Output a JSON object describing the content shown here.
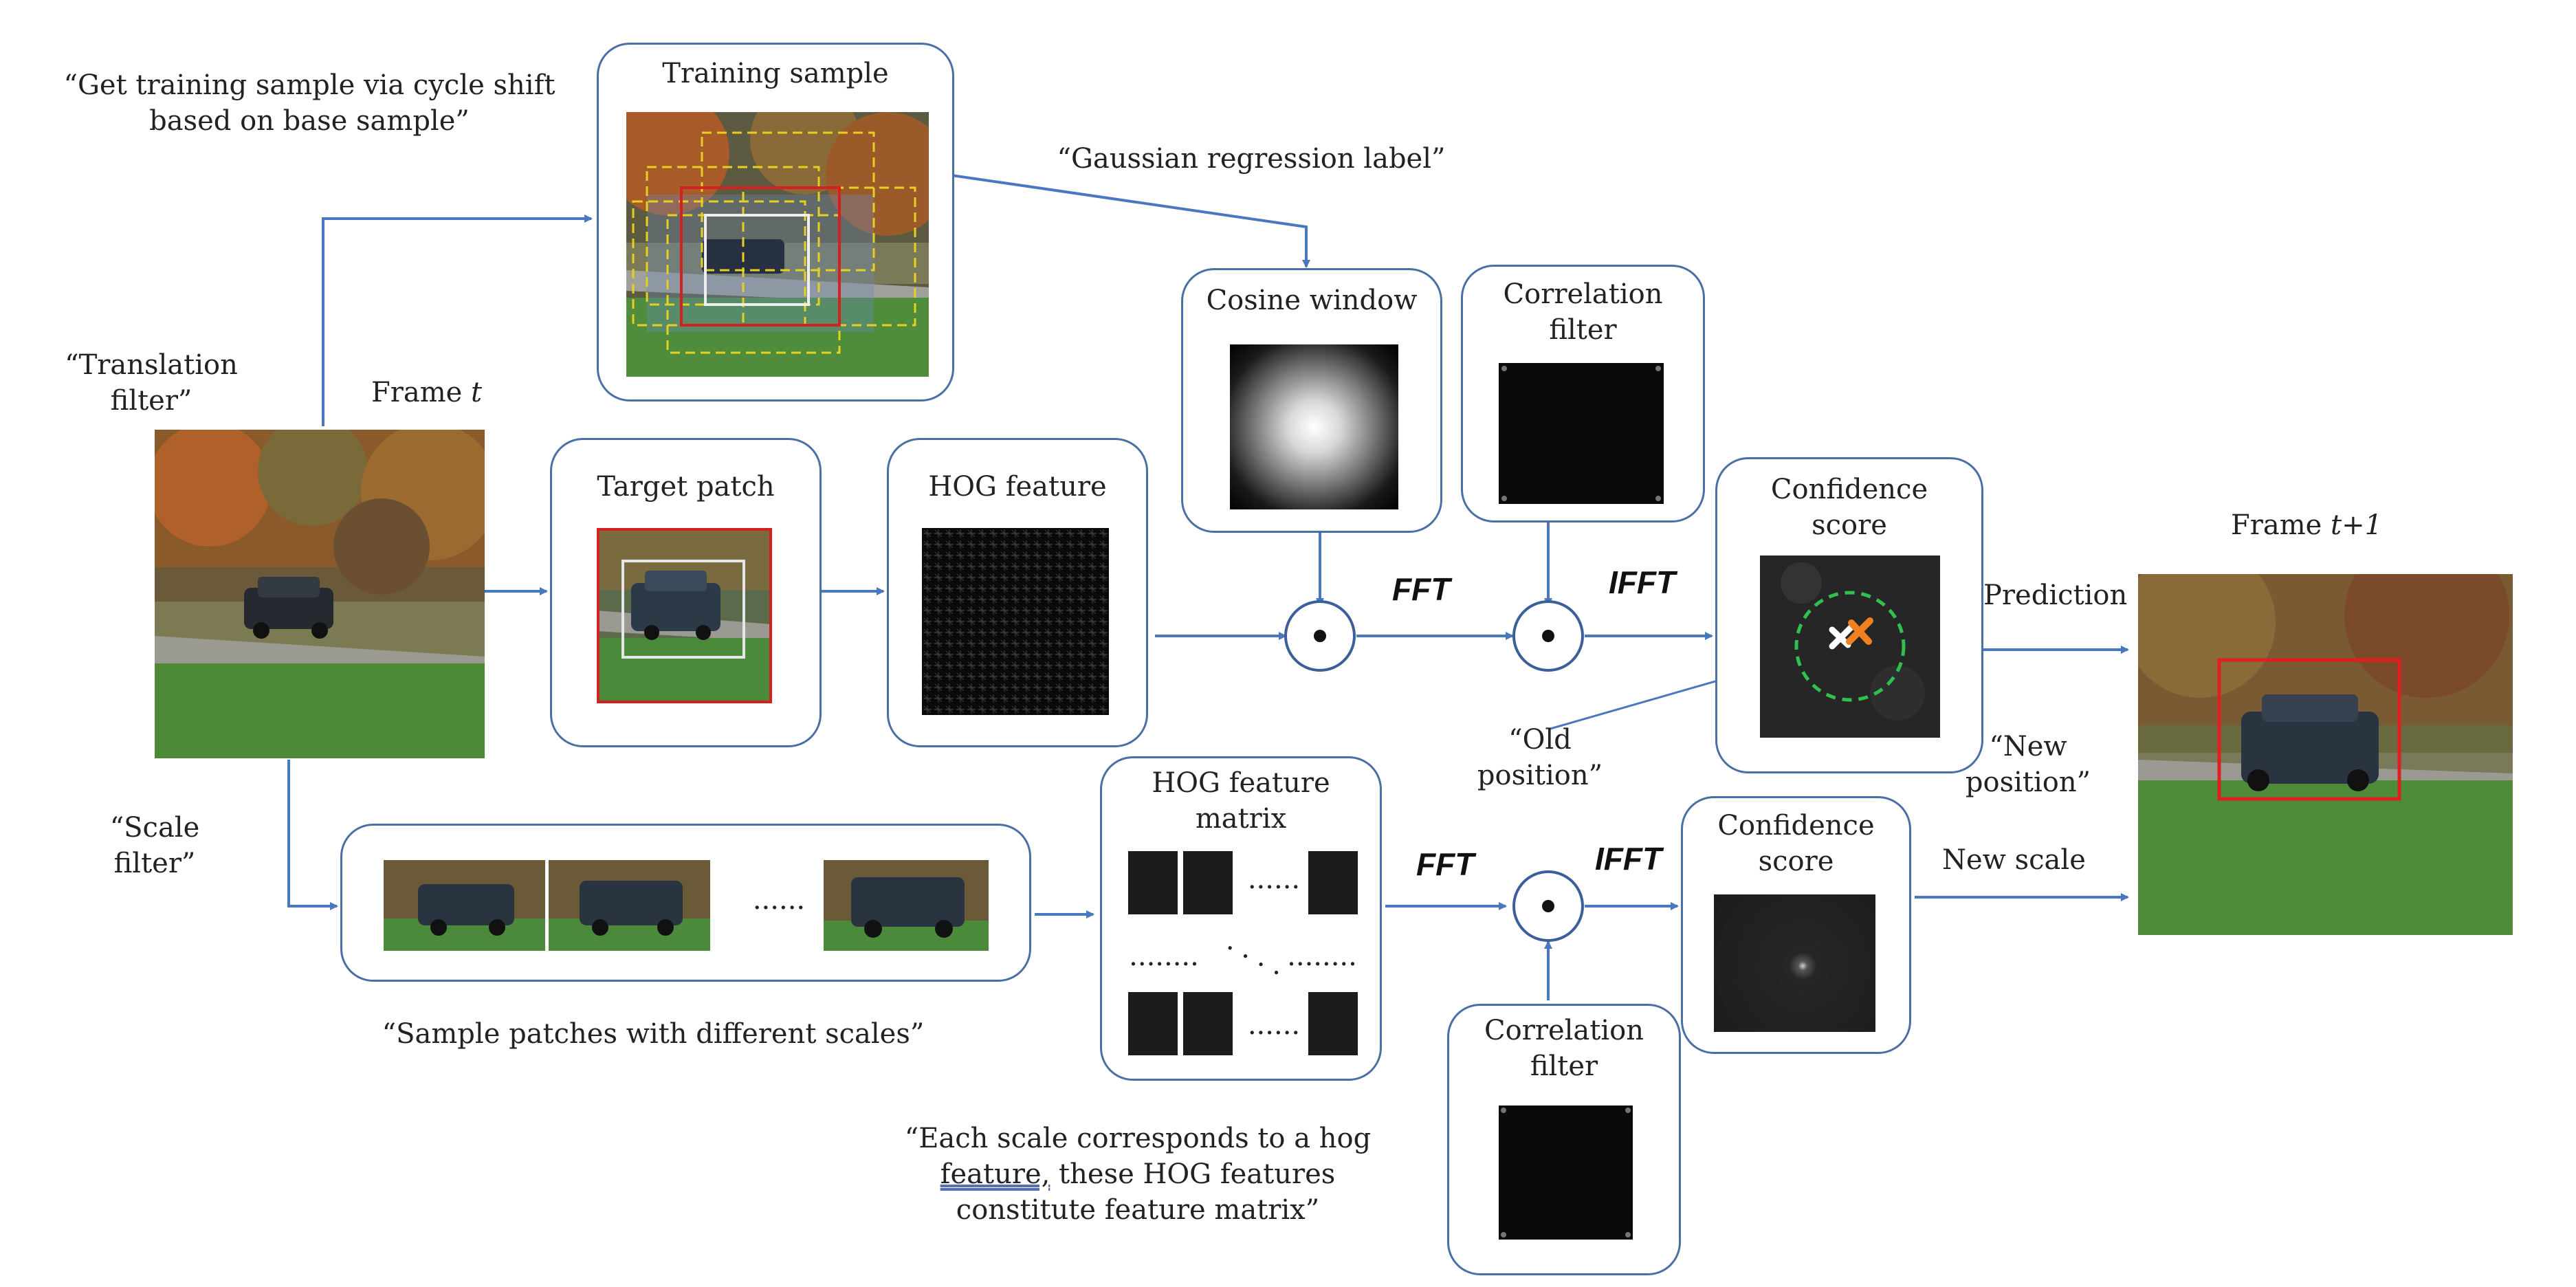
{
  "annotations": {
    "cycle_shift_line1": "“Get training sample via cycle shift",
    "cycle_shift_line2": "based on base sample”",
    "gaussian_label": "“Gaussian regression label”",
    "translation_filter_line1": "“Translation",
    "translation_filter_line2": "filter”",
    "scale_filter_line1": "“Scale",
    "scale_filter_line2": "filter”",
    "old_position_line1": "“Old",
    "old_position_line2": "position”",
    "new_position_line1": "“New",
    "new_position_line2": "position”",
    "sample_patches": "“Sample patches with different scales”",
    "each_scale_line1": "“Each scale corresponds to a hog",
    "each_scale_line2a": "feature,",
    "each_scale_line2b": " these HOG features",
    "each_scale_line3": "constitute feature matrix”"
  },
  "boxes": {
    "training_sample": "Training sample",
    "target_patch": "Target patch",
    "hog_feature": "HOG feature",
    "cosine_window": "Cosine window",
    "correlation_filter_top_line1": "Correlation",
    "correlation_filter_top_line2": "filter",
    "confidence_score_top_line1": "Confidence",
    "confidence_score_top_line2": "score",
    "hog_feature_matrix_line1": "HOG feature",
    "hog_feature_matrix_line2": "matrix",
    "confidence_score_bottom_line1": "Confidence",
    "confidence_score_bottom_line2": "score",
    "correlation_filter_bottom_line1": "Correlation",
    "correlation_filter_bottom_line2": "filter"
  },
  "frames": {
    "frame_t_prefix": "Frame ",
    "frame_t_var": "t",
    "frame_t1_prefix": "Frame ",
    "frame_t1_var": "t+1"
  },
  "operations": {
    "fft_top": "FFT",
    "ifft_top": "IFFT",
    "fft_bottom": "FFT",
    "ifft_bottom": "IFFT",
    "prediction": "Prediction",
    "new_scale": "New scale",
    "ellipsis_patches": "......",
    "ellipsis_matrix_top": "......",
    "ellipsis_matrix_mid_left": "........",
    "ellipsis_matrix_mid_right": "........",
    "ellipsis_matrix_bottom": "......"
  },
  "colors": {
    "arrow": "#4a78c0",
    "box_border": "#4a6fa5",
    "target_box": "#d42020",
    "cycle_boxes": "#e8d020",
    "circle_green": "#30c050",
    "old_marker": "#ffffff",
    "new_marker": "#f08020"
  }
}
